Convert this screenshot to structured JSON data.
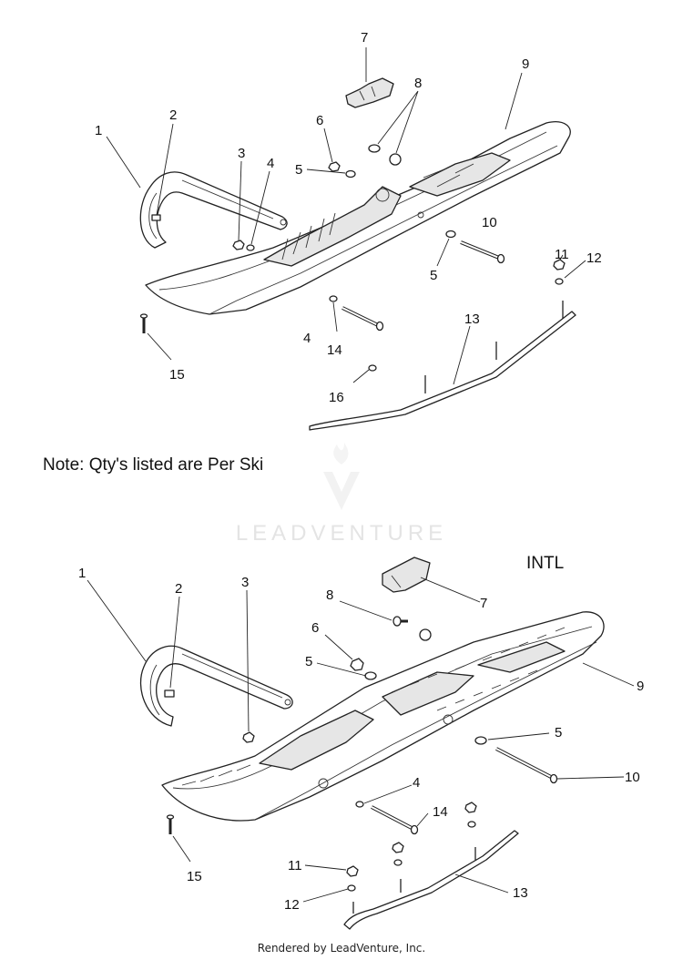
{
  "note": "Note: Qty's listed are Per Ski",
  "intl_label": "INTL",
  "watermark": "LEADVENTURE",
  "footer": "Rendered by LeadVenture, Inc.",
  "upper_diagram": {
    "callouts": [
      {
        "id": "1",
        "label": "1"
      },
      {
        "id": "2",
        "label": "2"
      },
      {
        "id": "3",
        "label": "3"
      },
      {
        "id": "4a",
        "label": "4"
      },
      {
        "id": "4b",
        "label": "4"
      },
      {
        "id": "5a",
        "label": "5"
      },
      {
        "id": "5b",
        "label": "5"
      },
      {
        "id": "6",
        "label": "6"
      },
      {
        "id": "7",
        "label": "7"
      },
      {
        "id": "8",
        "label": "8"
      },
      {
        "id": "9",
        "label": "9"
      },
      {
        "id": "10",
        "label": "10"
      },
      {
        "id": "11",
        "label": "11"
      },
      {
        "id": "12",
        "label": "12"
      },
      {
        "id": "13",
        "label": "13"
      },
      {
        "id": "14",
        "label": "14"
      },
      {
        "id": "15",
        "label": "15"
      },
      {
        "id": "16",
        "label": "16"
      }
    ]
  },
  "lower_diagram": {
    "callouts": [
      {
        "id": "1",
        "label": "1"
      },
      {
        "id": "2",
        "label": "2"
      },
      {
        "id": "3",
        "label": "3"
      },
      {
        "id": "4",
        "label": "4"
      },
      {
        "id": "5a",
        "label": "5"
      },
      {
        "id": "5b",
        "label": "5"
      },
      {
        "id": "6",
        "label": "6"
      },
      {
        "id": "7",
        "label": "7"
      },
      {
        "id": "8",
        "label": "8"
      },
      {
        "id": "9",
        "label": "9"
      },
      {
        "id": "10",
        "label": "10"
      },
      {
        "id": "11",
        "label": "11"
      },
      {
        "id": "12",
        "label": "12"
      },
      {
        "id": "13",
        "label": "13"
      },
      {
        "id": "14",
        "label": "14"
      },
      {
        "id": "15",
        "label": "15"
      }
    ]
  },
  "colors": {
    "line": "#222222",
    "watermark": "#e4e4e4"
  }
}
